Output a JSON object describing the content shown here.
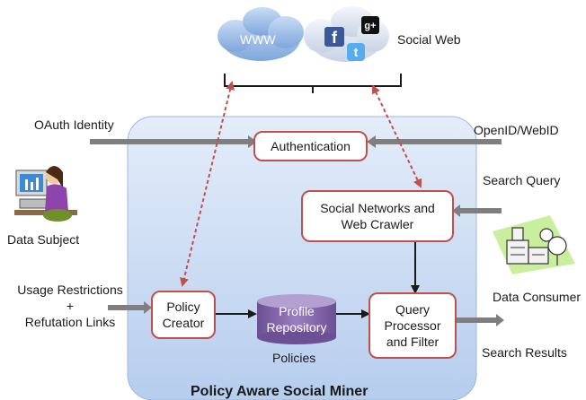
{
  "title": "Policy Aware Social Miner",
  "top": {
    "www_label": "WWW",
    "social_web_label": "Social Web"
  },
  "inputs": {
    "oauth_identity": "OAuth Identity",
    "openid_webid": "OpenID/WebID",
    "search_query": "Search Query",
    "usage_restrictions_line1": "Usage Restrictions",
    "usage_restrictions_line2": "+",
    "usage_restrictions_line3": "Refutation Links"
  },
  "outputs": {
    "search_results": "Search Results"
  },
  "actors": {
    "data_subject": "Data Subject",
    "data_consumer": "Data Consumer"
  },
  "components": {
    "authentication": "Authentication",
    "crawler_line1": "Social Networks and",
    "crawler_line2": "Web Crawler",
    "policy_creator_line1": "Policy",
    "policy_creator_line2": "Creator",
    "profile_repository_line1": "Profile",
    "profile_repository_line2": "Repository",
    "policies": "Policies",
    "query_line1": "Query",
    "query_line2": "Processor",
    "query_line3": "and Filter"
  },
  "icons": {
    "facebook_glyph": "f",
    "gplus_glyph": "g+",
    "twitter_glyph": "t"
  },
  "colors": {
    "container_fill": "#c8d9f2",
    "box_border": "#c0504d",
    "cylinder_fill": "#8064a2",
    "arrow": "#1a1a1a",
    "dashed_link": "#c0504d",
    "gray_arrow": "#7f7f7f"
  }
}
